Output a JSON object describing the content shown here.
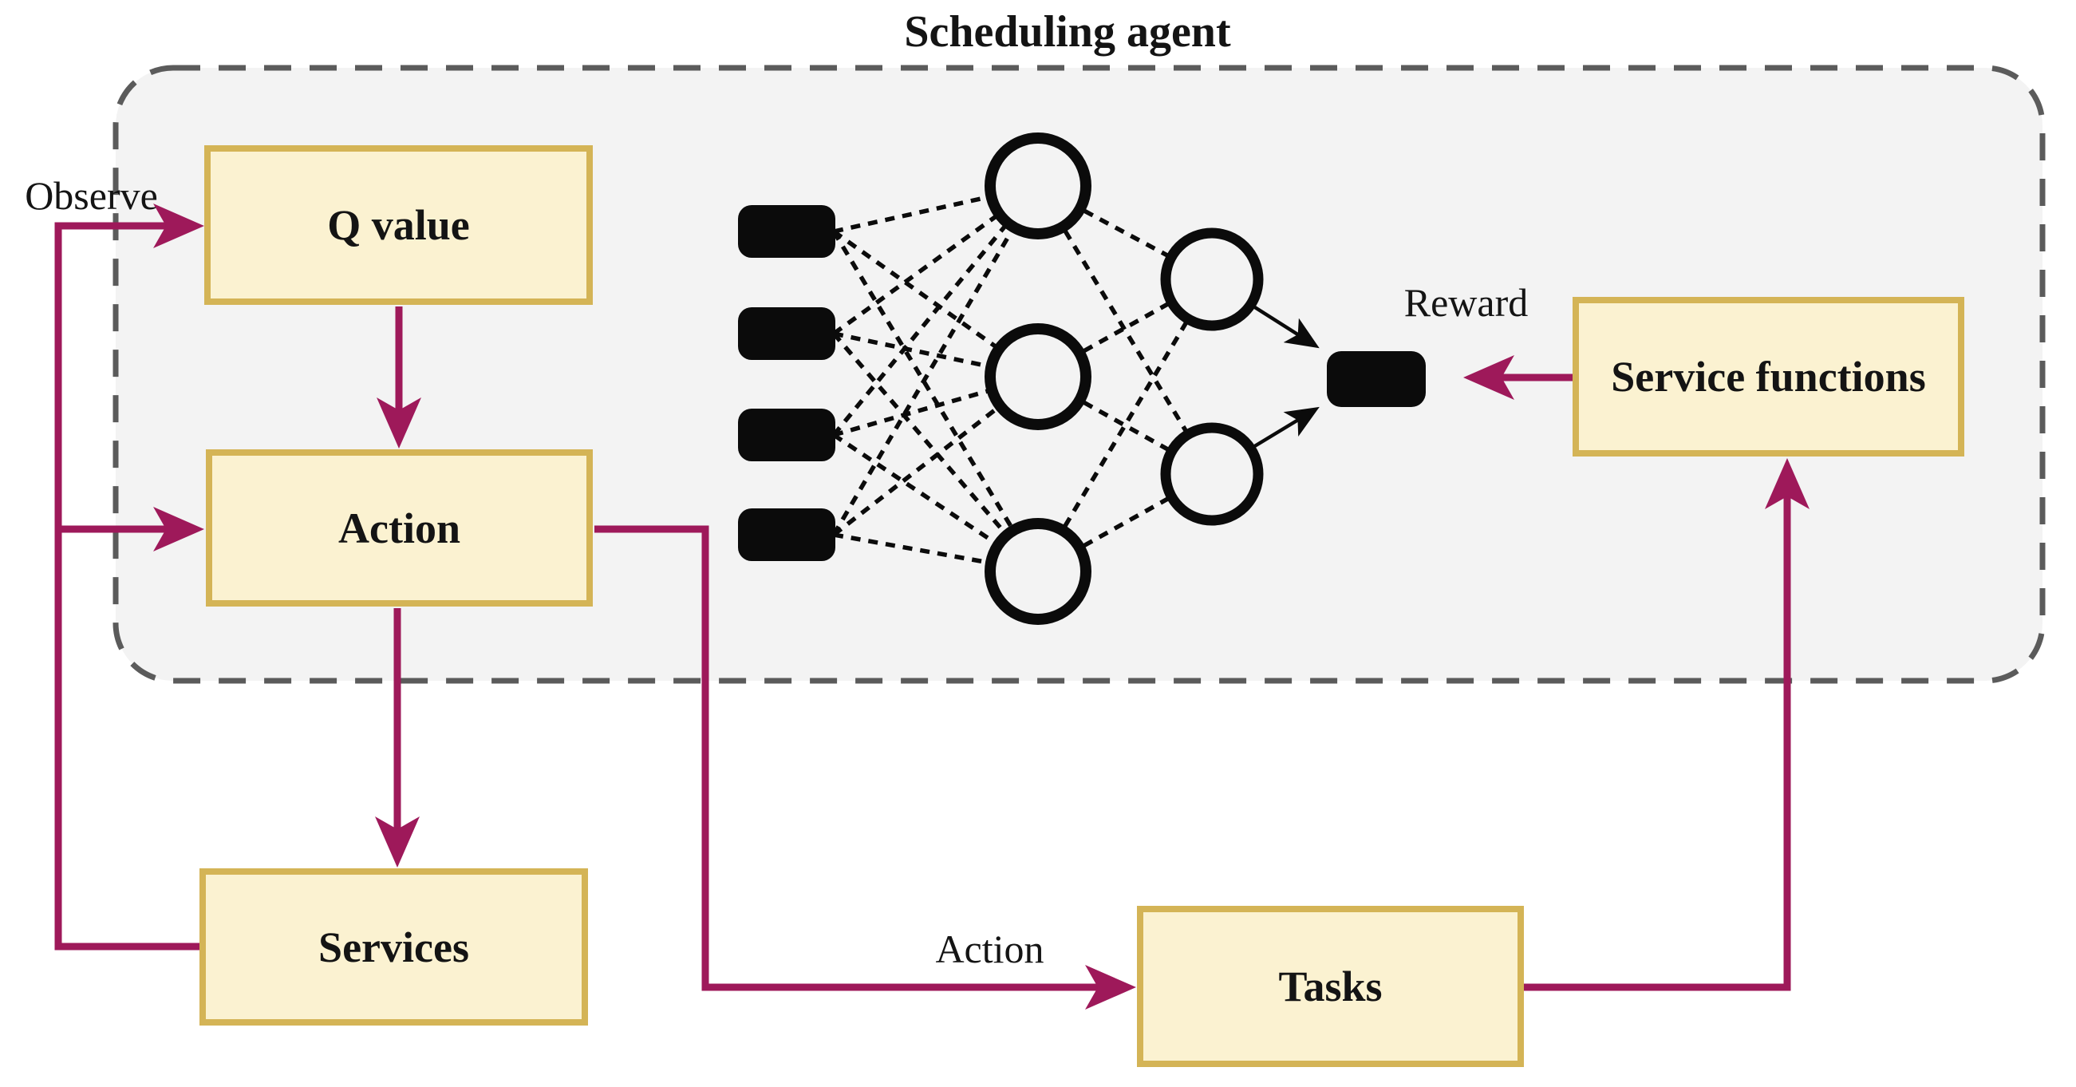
{
  "title": "Scheduling agent",
  "nodes": {
    "q_value": "Q value",
    "action": "Action",
    "services": "Services",
    "tasks": "Tasks",
    "service_functions": "Service functions"
  },
  "edge_labels": {
    "observe": "Observe",
    "action": "Action",
    "reward": "Reward"
  },
  "neural_network": {
    "input_nodes": 4,
    "hidden_layer_nodes": 3,
    "second_layer_nodes": 2,
    "output_nodes": 1
  },
  "colors": {
    "arrow": "#9E195A",
    "box_fill": "#FBF2D1",
    "box_border": "#D4B456",
    "container_fill": "#F3F3F3",
    "container_border": "#5B5B5B",
    "nn": "#0B0B0B",
    "text": "#141414"
  }
}
